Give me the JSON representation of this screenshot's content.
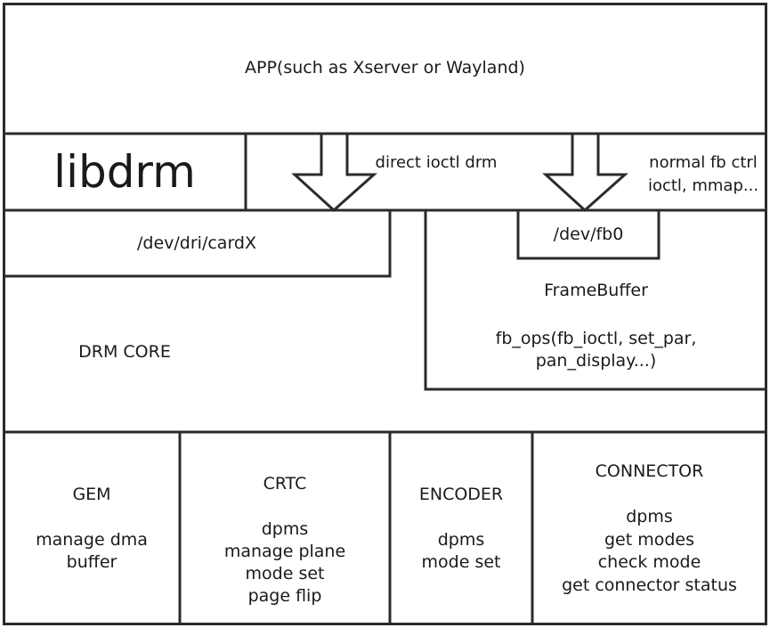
{
  "app": {
    "label": "APP(such as Xserver or Wayland)"
  },
  "libdrm": {
    "label": "libdrm"
  },
  "arrows": {
    "direct": {
      "label": "direct ioctl drm"
    },
    "fb": {
      "line1": "normal fb ctrl",
      "line2": "ioctl, mmap..."
    }
  },
  "dev_dri": {
    "label": "/dev/dri/cardX"
  },
  "dev_fb": {
    "label": "/dev/fb0"
  },
  "framebuffer": {
    "title": "FrameBuffer",
    "ops_line1": "fb_ops(fb_ioctl, set_par,",
    "ops_line2": "pan_display...)"
  },
  "drm_core": {
    "label": "DRM CORE"
  },
  "modules": {
    "gem": {
      "title": "GEM",
      "lines": [
        "manage dma",
        "buffer"
      ]
    },
    "crtc": {
      "title": "CRTC",
      "lines": [
        "dpms",
        "manage plane",
        "mode set",
        "page flip"
      ]
    },
    "encoder": {
      "title": "ENCODER",
      "lines": [
        "dpms",
        "mode set"
      ]
    },
    "connector": {
      "title": "CONNECTOR",
      "lines": [
        "dpms",
        "get modes",
        "check mode",
        "get connector status"
      ]
    }
  }
}
